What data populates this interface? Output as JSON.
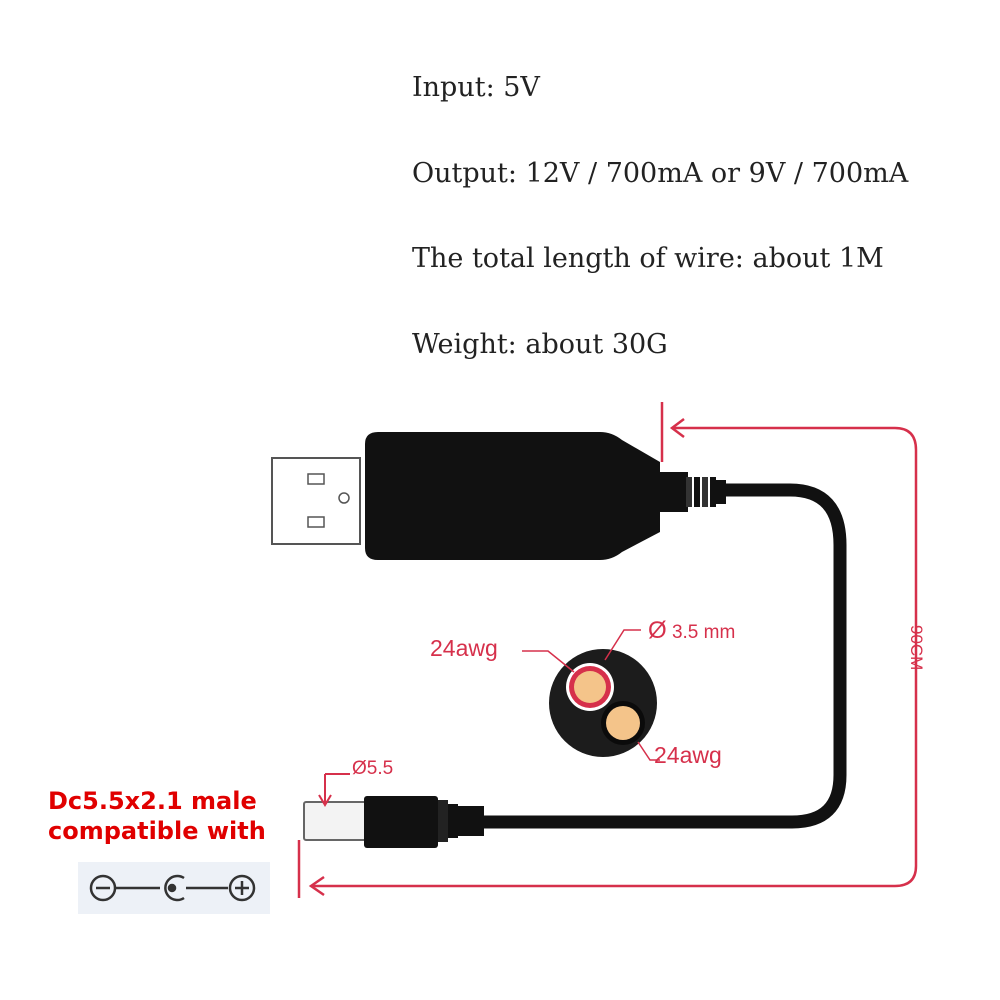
{
  "specs": {
    "input": "Input: 5V",
    "output": "Output: 12V / 700mA or 9V / 700mA",
    "wire_length": "The total length of wire: about 1M",
    "weight": "Weight: about 30G"
  },
  "diagram": {
    "wire_gauge_top": "24awg",
    "wire_gauge_bottom": "24awg",
    "cable_diameter": "3.5 mm",
    "diameter_symbol": "Ø",
    "plug_diameter": "Ø5.5",
    "cable_length": "90CM",
    "compat_line1": "Dc5.5x2.1 male",
    "compat_line2": "compatible with"
  },
  "colors": {
    "dimension_red": "#d6304b",
    "compat_red": "#e00000",
    "cable_black": "#111111",
    "copper": "#f4c48a"
  },
  "icons": [
    "usb-a-plug-icon",
    "dc-barrel-plug-icon",
    "cable-cross-section-icon",
    "polarity-symbol-icon"
  ]
}
